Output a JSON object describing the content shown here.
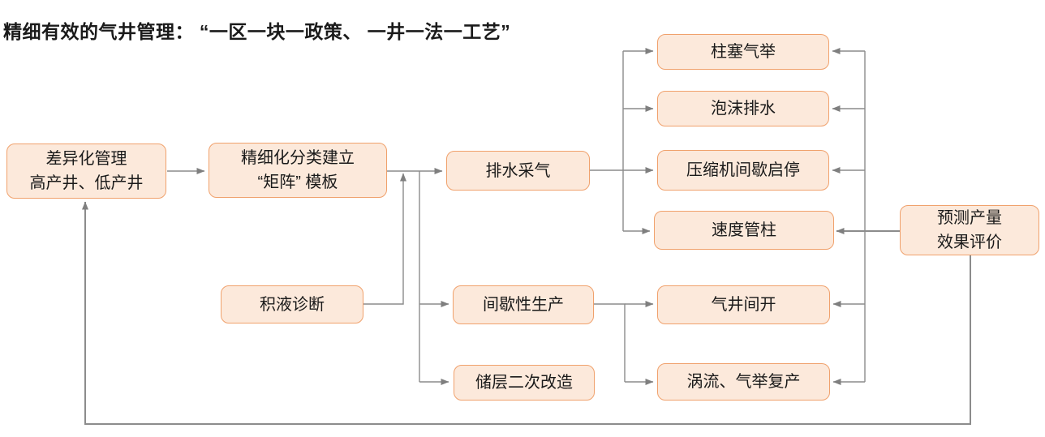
{
  "title": "精细有效的气井管理： “一区一块一政策、 一井一法一工艺”",
  "colors": {
    "background": "#FFFFFF",
    "box_fill": "#FCE9DB",
    "box_border": "#F0A16C",
    "connector": "#8C8C8C",
    "arrowhead": "#7F7F7F",
    "text": "#1A1A1A"
  },
  "nodes": {
    "differential_management": {
      "label": "差异化管理\n高产井、低产井"
    },
    "matrix_template": {
      "label": "精细化分类建立\n“矩阵” 模板"
    },
    "drainage_gas_recovery": {
      "label": "排水采气"
    },
    "plunger_gas_lift": {
      "label": "柱塞气举"
    },
    "foam_drainage": {
      "label": "泡沫排水"
    },
    "compressor_intermittent_startstop": {
      "label": "压缩机间歇启停"
    },
    "velocity_string": {
      "label": "速度管柱"
    },
    "liquid_loading_diagnosis": {
      "label": "积液诊断"
    },
    "intermittent_production": {
      "label": "间歇性生产"
    },
    "reservoir_restimulation": {
      "label": "储层二次改造"
    },
    "gas_well_intermittent_opening": {
      "label": "气井间开"
    },
    "vortex_gas_lift_restart": {
      "label": "涡流、气举复产"
    },
    "prediction_evaluation": {
      "label": "预测产量\n效果评价"
    }
  }
}
